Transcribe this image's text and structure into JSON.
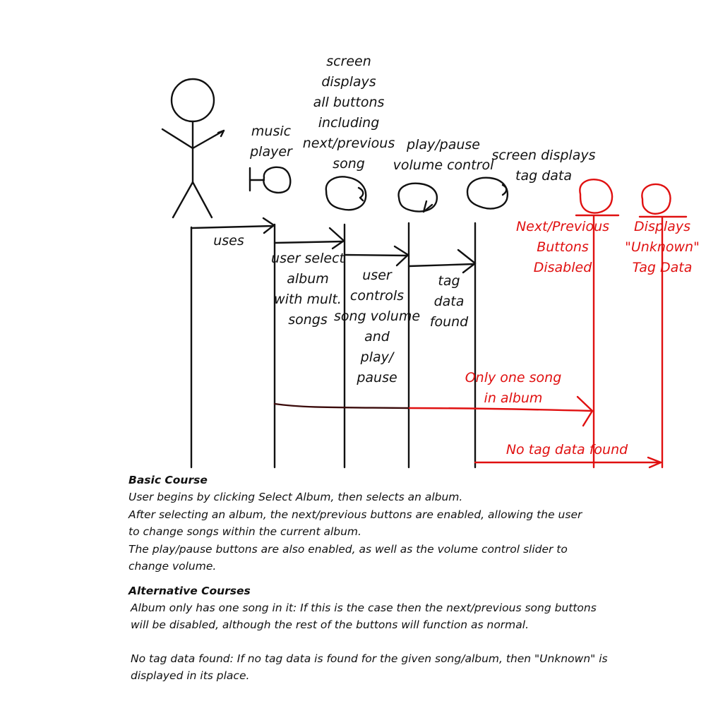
{
  "participants": {
    "actor": {
      "icon": "stick-figure-actor-icon"
    },
    "music_player": {
      "label": "music\nplayer",
      "icon": "boundary-icon"
    },
    "screen_buttons": {
      "label": "screen\ndisplays\nall buttons\nincluding\nnext/previous\nsong",
      "icon": "control-icon"
    },
    "play_pause": {
      "label": "play/pause\nvolume control",
      "icon": "control-icon"
    },
    "screen_tag": {
      "label": "screen displays\ntag data",
      "icon": "control-icon"
    },
    "next_prev_disabled": {
      "label": "Next/Previous\nButtons\nDisabled",
      "icon": "entity-icon"
    },
    "unknown_tag": {
      "label": "Displays\n\"Unknown\"\nTag Data",
      "icon": "entity-icon"
    }
  },
  "messages": {
    "uses": "uses",
    "select_album": "user select\nalbum\nwith mult.\nsongs",
    "controls": "user\ncontrols\nsong volume\nand\nplay/\npause",
    "tag_found": "tag\ndata\nfound",
    "one_song": "Only one song\nin album",
    "no_tag": "No tag data found"
  },
  "colors": {
    "ink": "#111111",
    "alt": "#e01010"
  },
  "notes": {
    "basic_title": "Basic Course",
    "basic_lines": [
      "User begins by clicking Select Album, then selects an album.",
      "After selecting an album, the next/previous buttons are enabled, allowing the user\nto change songs within the current album.",
      "The play/pause buttons are also enabled, as well as the volume control slider to\nchange volume."
    ],
    "alt_title": "Alternative Courses",
    "alt_lines": [
      "Album only has one song in it: If this is the case then the next/previous song buttons\nwill be disabled, although the rest of the buttons will function as normal.",
      "No tag data found: If no tag data is found for the given song/album, then \"Unknown\" is\ndisplayed in its place."
    ]
  }
}
